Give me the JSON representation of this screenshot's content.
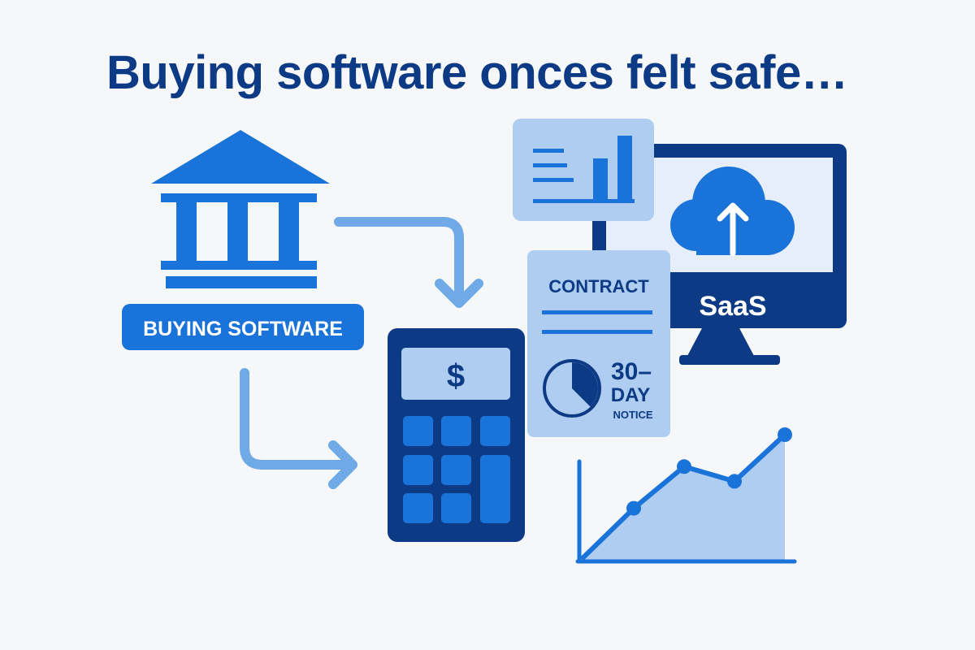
{
  "headline": "Buying software onces felt safe…",
  "bank_label": "BUYING SOFTWARE",
  "calculator": {
    "display": "$"
  },
  "contract": {
    "title": "CONTRACT",
    "notice_line1": "30–",
    "notice_line2": "DAY",
    "notice_line3": "NOTICE",
    "pie_fraction": 0.375
  },
  "monitor": {
    "label": "SaaS"
  },
  "growth_chart": {
    "values": [
      1,
      2,
      3.7,
      3.1,
      5
    ]
  },
  "colors": {
    "background": "#f6f7f9",
    "navy": "#0d3a84",
    "brand_blue": "#1a73d9",
    "arrow_blue": "#6fa9e6",
    "pale_blue": "#aecdf1",
    "light_panel": "#e5eefa"
  },
  "icons": {
    "bank": "bank-icon",
    "calculator": "calculator-icon",
    "contract": "contract-document-icon",
    "monitor": "monitor-icon",
    "cloud": "cloud-upload-icon",
    "chart_card": "bar-chart-card-icon",
    "growth_chart": "growth-line-chart-icon"
  }
}
